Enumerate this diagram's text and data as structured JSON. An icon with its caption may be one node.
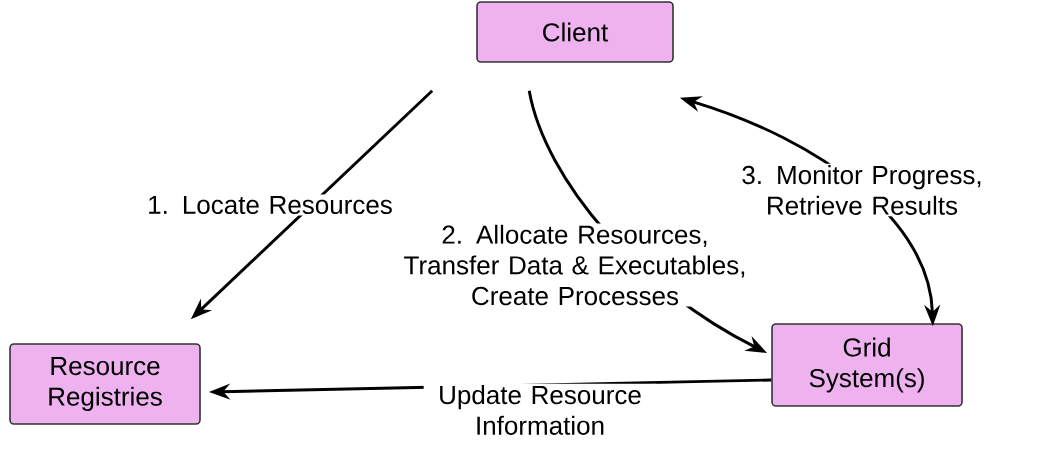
{
  "diagram": {
    "nodes": [
      {
        "text": [
          "Client"
        ]
      },
      {
        "text": [
          "Resource Registries"
        ]
      },
      {
        "text": [
          "Grid System(s)"
        ]
      }
    ],
    "edges": [
      {
        "from": 0,
        "to": 1,
        "arrow": "to",
        "label": "1. Locate Resources"
      },
      {
        "from": 0,
        "to": 2,
        "arrow": "to",
        "label": "2. Allocate Resources, Transfer Data & Executables, Create Processes"
      },
      {
        "from": 0,
        "to": 2,
        "arrow": "both",
        "label": "3. Monitor Progress, Retrieve Results"
      },
      {
        "from": 2,
        "to": 1,
        "arrow": "to",
        "label": "Update Resource Information"
      }
    ]
  }
}
